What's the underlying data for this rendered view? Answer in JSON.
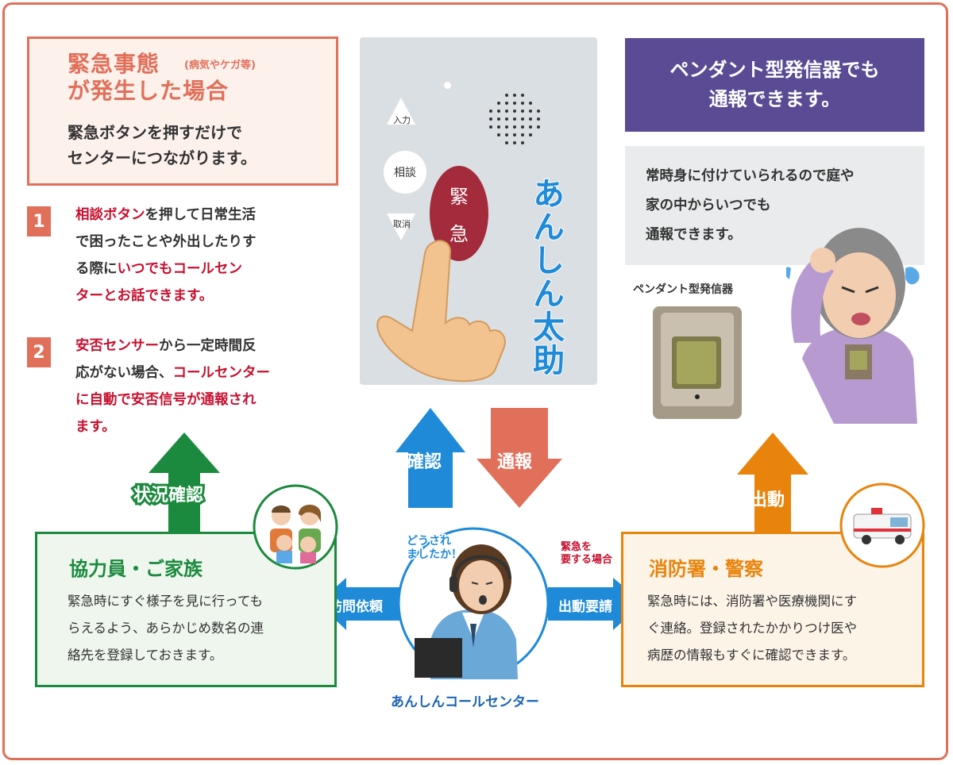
{
  "emergency": {
    "title_line1": "緊急事態",
    "title_note": "(病気やケガ等)",
    "title_line2": "が発生した場合",
    "body_line1": "緊急ボタンを押すだけで",
    "body_line2": "センターにつながります。"
  },
  "points": [
    {
      "num": "1",
      "l1a": "相談ボタン",
      "l1b": "を押して日常生活",
      "l2": "で困ったことや外出したりす",
      "l3a": "る際に",
      "l3b": "いつでもコールセン",
      "l4": "ターとお話できます。"
    },
    {
      "num": "2",
      "l1a": "安否センサー",
      "l1b": "から一定時間反",
      "l2a": "応がない場合、",
      "l2b": "コールセンター",
      "l3": "に自動で安否信号が通報され",
      "l4": "ます。"
    }
  ],
  "device": {
    "input_label": "入力",
    "consult_label": "相談",
    "cancel_label": "取消",
    "emergency_char1": "緊",
    "emergency_char2": "急",
    "product_name": "あんしん太助"
  },
  "pendant": {
    "title_line1": "ペンダント型発信器でも",
    "title_line2": "通報できます。",
    "desc_line1": "常時身に付けていられるので庭や",
    "desc_line2": "家の中からいつでも",
    "desc_line3": "通報できます。",
    "device_label": "ペンダント型発信器"
  },
  "arrows": {
    "status_check": "状況確認",
    "confirm": "確認",
    "report": "通報",
    "dispatch": "出動",
    "visit_request": "訪問依頼",
    "dispatch_request": "出動要請",
    "urgent_note_line1": "緊急を",
    "urgent_note_line2": "要する場合"
  },
  "family": {
    "title": "協力員・ご家族",
    "line1": "緊急時にすぐ様子を見に行っても",
    "line2": "らえるよう、あらかじめ数名の連",
    "line3": "絡先を登録しておきます。"
  },
  "police": {
    "title": "消防署・警察",
    "line1": "緊急時には、消防署や医療機関にす",
    "line2": "ぐ連絡。登録されたかかりつけ医や",
    "line3": "病歴の情報もすぐに確認できます。"
  },
  "call_center": {
    "speech_line1": "どうされ",
    "speech_line2": "ましたか！",
    "name": "あんしんコールセンター"
  },
  "colors": {
    "accent_red": "#e0705a",
    "text_red": "#c8102e",
    "green": "#1b8a3e",
    "orange": "#e8840c",
    "blue": "#1e8ad8",
    "purple": "#5b4b94"
  }
}
